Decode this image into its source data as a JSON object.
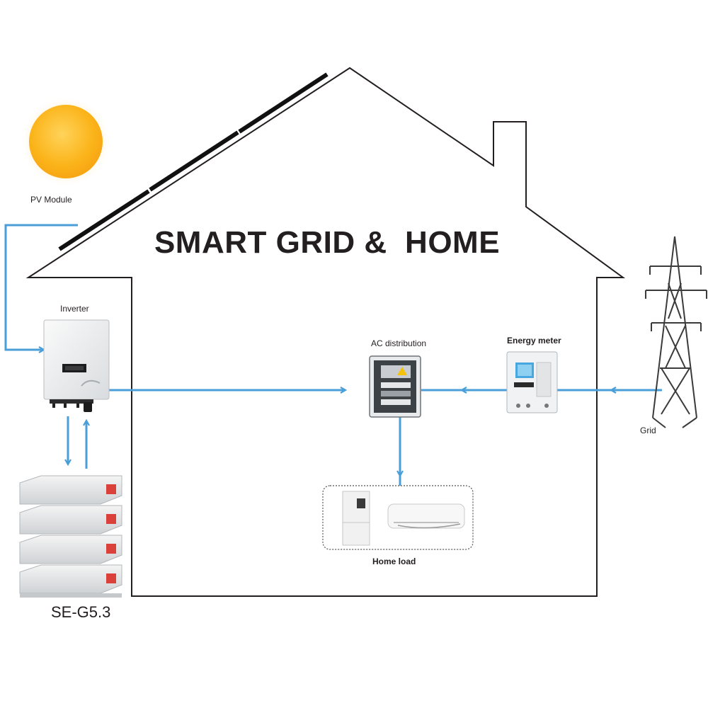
{
  "title": "SMART GRID &  HOME",
  "labels": {
    "pv_module": "PV Module",
    "inverter": "Inverter",
    "ac_distribution": "AC distribution",
    "energy_meter": "Energy meter",
    "grid": "Grid",
    "home_load": "Home load",
    "battery_model": "SE-G5.3"
  },
  "colors": {
    "flow_line": "#4a9fd8",
    "house_outline": "#231f20",
    "sun": "#fbb41a",
    "battery_terminal": "#d9413a"
  },
  "icons": [
    "sun-icon",
    "solar-panel-icon",
    "inverter-icon",
    "battery-stack-icon",
    "distribution-box-icon",
    "energy-meter-icon",
    "transmission-tower-icon",
    "refrigerator-icon",
    "air-conditioner-icon"
  ]
}
